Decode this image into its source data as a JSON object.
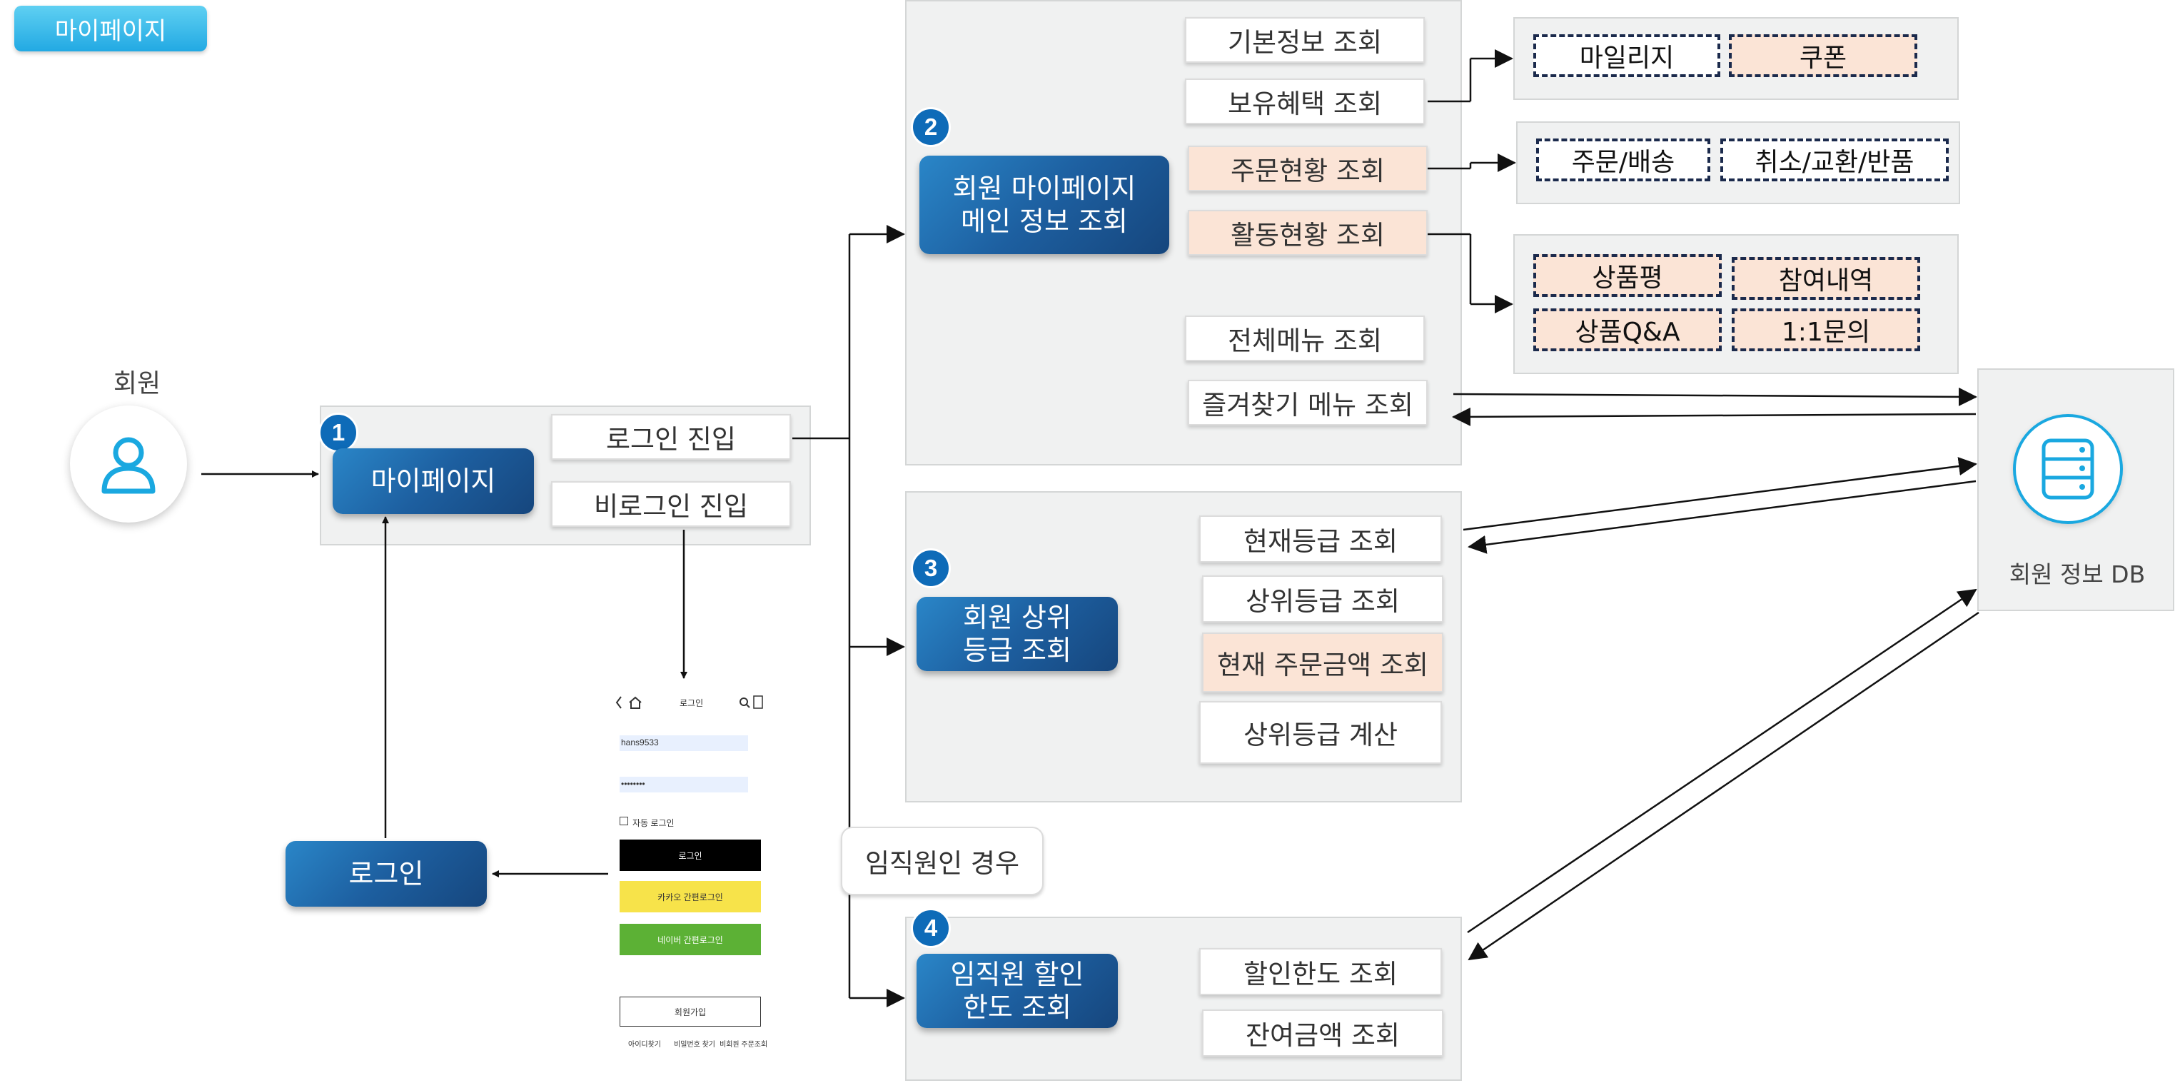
{
  "title_tag": "마이페이지",
  "member": {
    "label": "회원"
  },
  "section1": {
    "badge": "1",
    "main": "마이페이지",
    "items": [
      "로그인 진입",
      "비로그인 진입"
    ]
  },
  "login_button": "로그인",
  "phone": {
    "header_title": "로그인",
    "id_value": "hans9533",
    "pw_value": "••••••••",
    "auto_login": "자동 로그인",
    "login_btn": "로그인",
    "kakao_btn": "카카오 간편로그인",
    "naver_btn": "네이버 간편로그인",
    "signup_btn": "회원가입",
    "footer_links": [
      "아이디찾기",
      "비밀번호 찾기",
      "비회원 주문조회"
    ]
  },
  "section2": {
    "badge": "2",
    "main": "회원 마이페이지\n메인 정보 조회",
    "items": [
      "기본정보 조회",
      "보유혜택 조회",
      "주문현황 조회",
      "활동현황 조회",
      "전체메뉴 조회",
      "즐겨찾기 메뉴 조회"
    ],
    "benefits": [
      "마일리지",
      "쿠폰"
    ],
    "orders": [
      "주문/배송",
      "취소/교환/반품"
    ],
    "activities": [
      "상품평",
      "참여내역",
      "상품Q&A",
      "1:1문의"
    ]
  },
  "section3": {
    "badge": "3",
    "main": "회원 상위\n등급 조회",
    "items": [
      "현재등급 조회",
      "상위등급 조회",
      "현재 주문금액 조회",
      "상위등급 계산"
    ]
  },
  "employee_condition": "임직원인 경우",
  "section4": {
    "badge": "4",
    "main": "임직원 할인\n한도 조회",
    "items": [
      "할인한도 조회",
      "잔여금액 조회"
    ]
  },
  "db": {
    "label": "회원 정보 DB"
  },
  "colors": {
    "accent_blue": "#1d5fa0",
    "peach": "#fbe4d6",
    "panel": "#f0f1f1",
    "db_cyan": "#1aa8e0"
  }
}
